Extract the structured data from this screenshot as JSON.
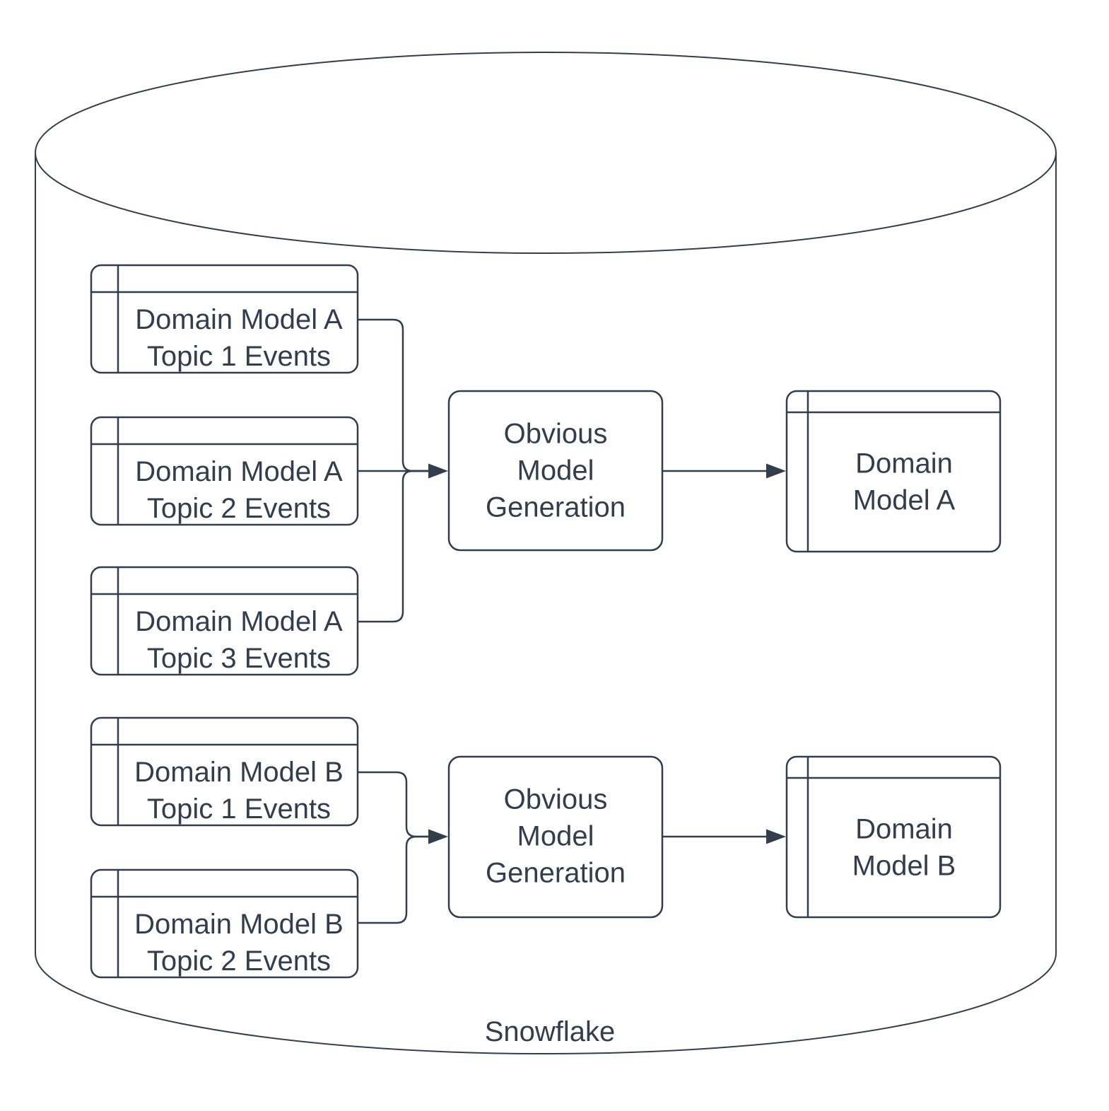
{
  "diagram": {
    "container": {
      "label": "Snowflake"
    },
    "source_tables_a": [
      {
        "lines": [
          "Domain Model A",
          "Topic 1 Events"
        ]
      },
      {
        "lines": [
          "Domain Model A",
          "Topic 2 Events"
        ]
      },
      {
        "lines": [
          "Domain Model A",
          "Topic 3 Events"
        ]
      }
    ],
    "source_tables_b": [
      {
        "lines": [
          "Domain Model B",
          "Topic 1 Events"
        ]
      },
      {
        "lines": [
          "Domain Model B",
          "Topic 2 Events"
        ]
      }
    ],
    "process_a": {
      "lines": [
        "Obvious",
        "Model",
        "Generation"
      ]
    },
    "process_b": {
      "lines": [
        "Obvious",
        "Model",
        "Generation"
      ]
    },
    "output_table_a": {
      "lines": [
        "Domain",
        "Model A"
      ]
    },
    "output_table_b": {
      "lines": [
        "Domain",
        "Model B"
      ]
    },
    "colors": {
      "stroke": "#333e4c",
      "text": "#333e4c",
      "background": "#ffffff",
      "shape_fill": "#ffffff"
    }
  }
}
